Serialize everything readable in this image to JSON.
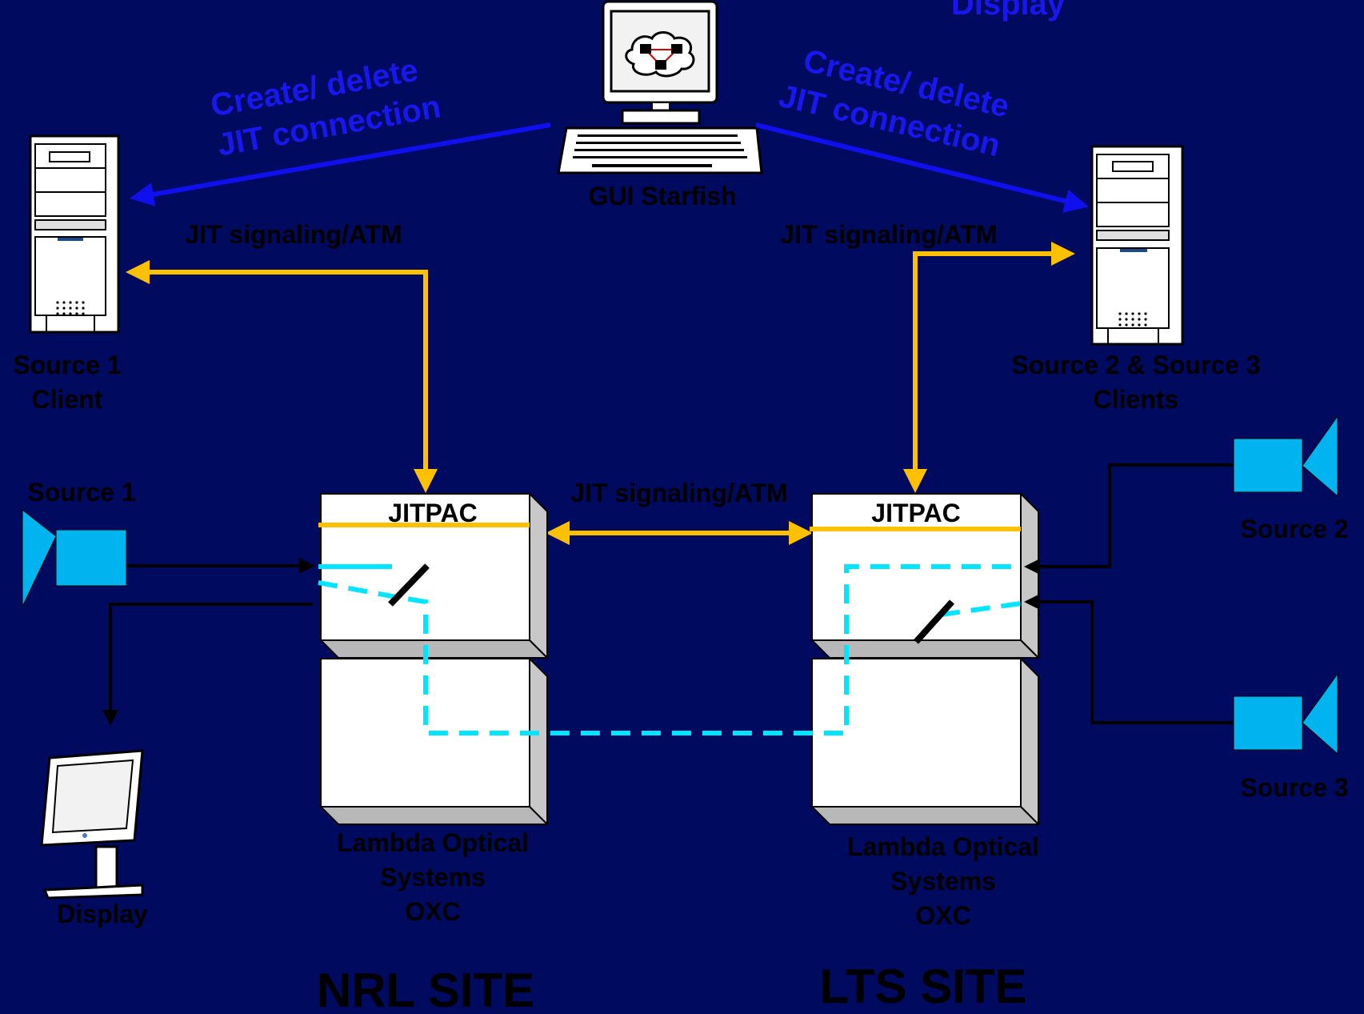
{
  "title_partial": "Display",
  "gui": {
    "label": "GUI Starfish"
  },
  "control_left": {
    "line1": "Create/ delete",
    "line2": "JIT connection"
  },
  "control_right": {
    "line1": "Create/ delete",
    "line2": "JIT connection"
  },
  "signaling": {
    "left": "JIT signaling/ATM",
    "right": "JIT signaling/ATM",
    "middle": "JIT signaling/ATM"
  },
  "clients": {
    "left": {
      "line1": "Source 1",
      "line2": "Client"
    },
    "right": {
      "line1": "Source 2 & Source 3",
      "line2": "Clients"
    }
  },
  "sources": {
    "source1": "Source 1",
    "source2": "Source 2",
    "source3": "Source 3"
  },
  "display": {
    "label": "Display"
  },
  "oxc_left": {
    "header": "JITPAC",
    "line1": "Lambda Optical",
    "line2": "Systems",
    "line3": "OXC"
  },
  "oxc_right": {
    "header": "JITPAC",
    "line1": "Lambda Optical",
    "line2": "Systems",
    "line3": "OXC"
  },
  "sites": {
    "left": "NRL SITE",
    "right": "LTS SITE"
  },
  "colors": {
    "background": "#000a5e",
    "control_arrow": "#1010ee",
    "signaling_arrow": "#ffc000",
    "lightpath": "#00e5ff",
    "camera": "#00b4f0"
  }
}
